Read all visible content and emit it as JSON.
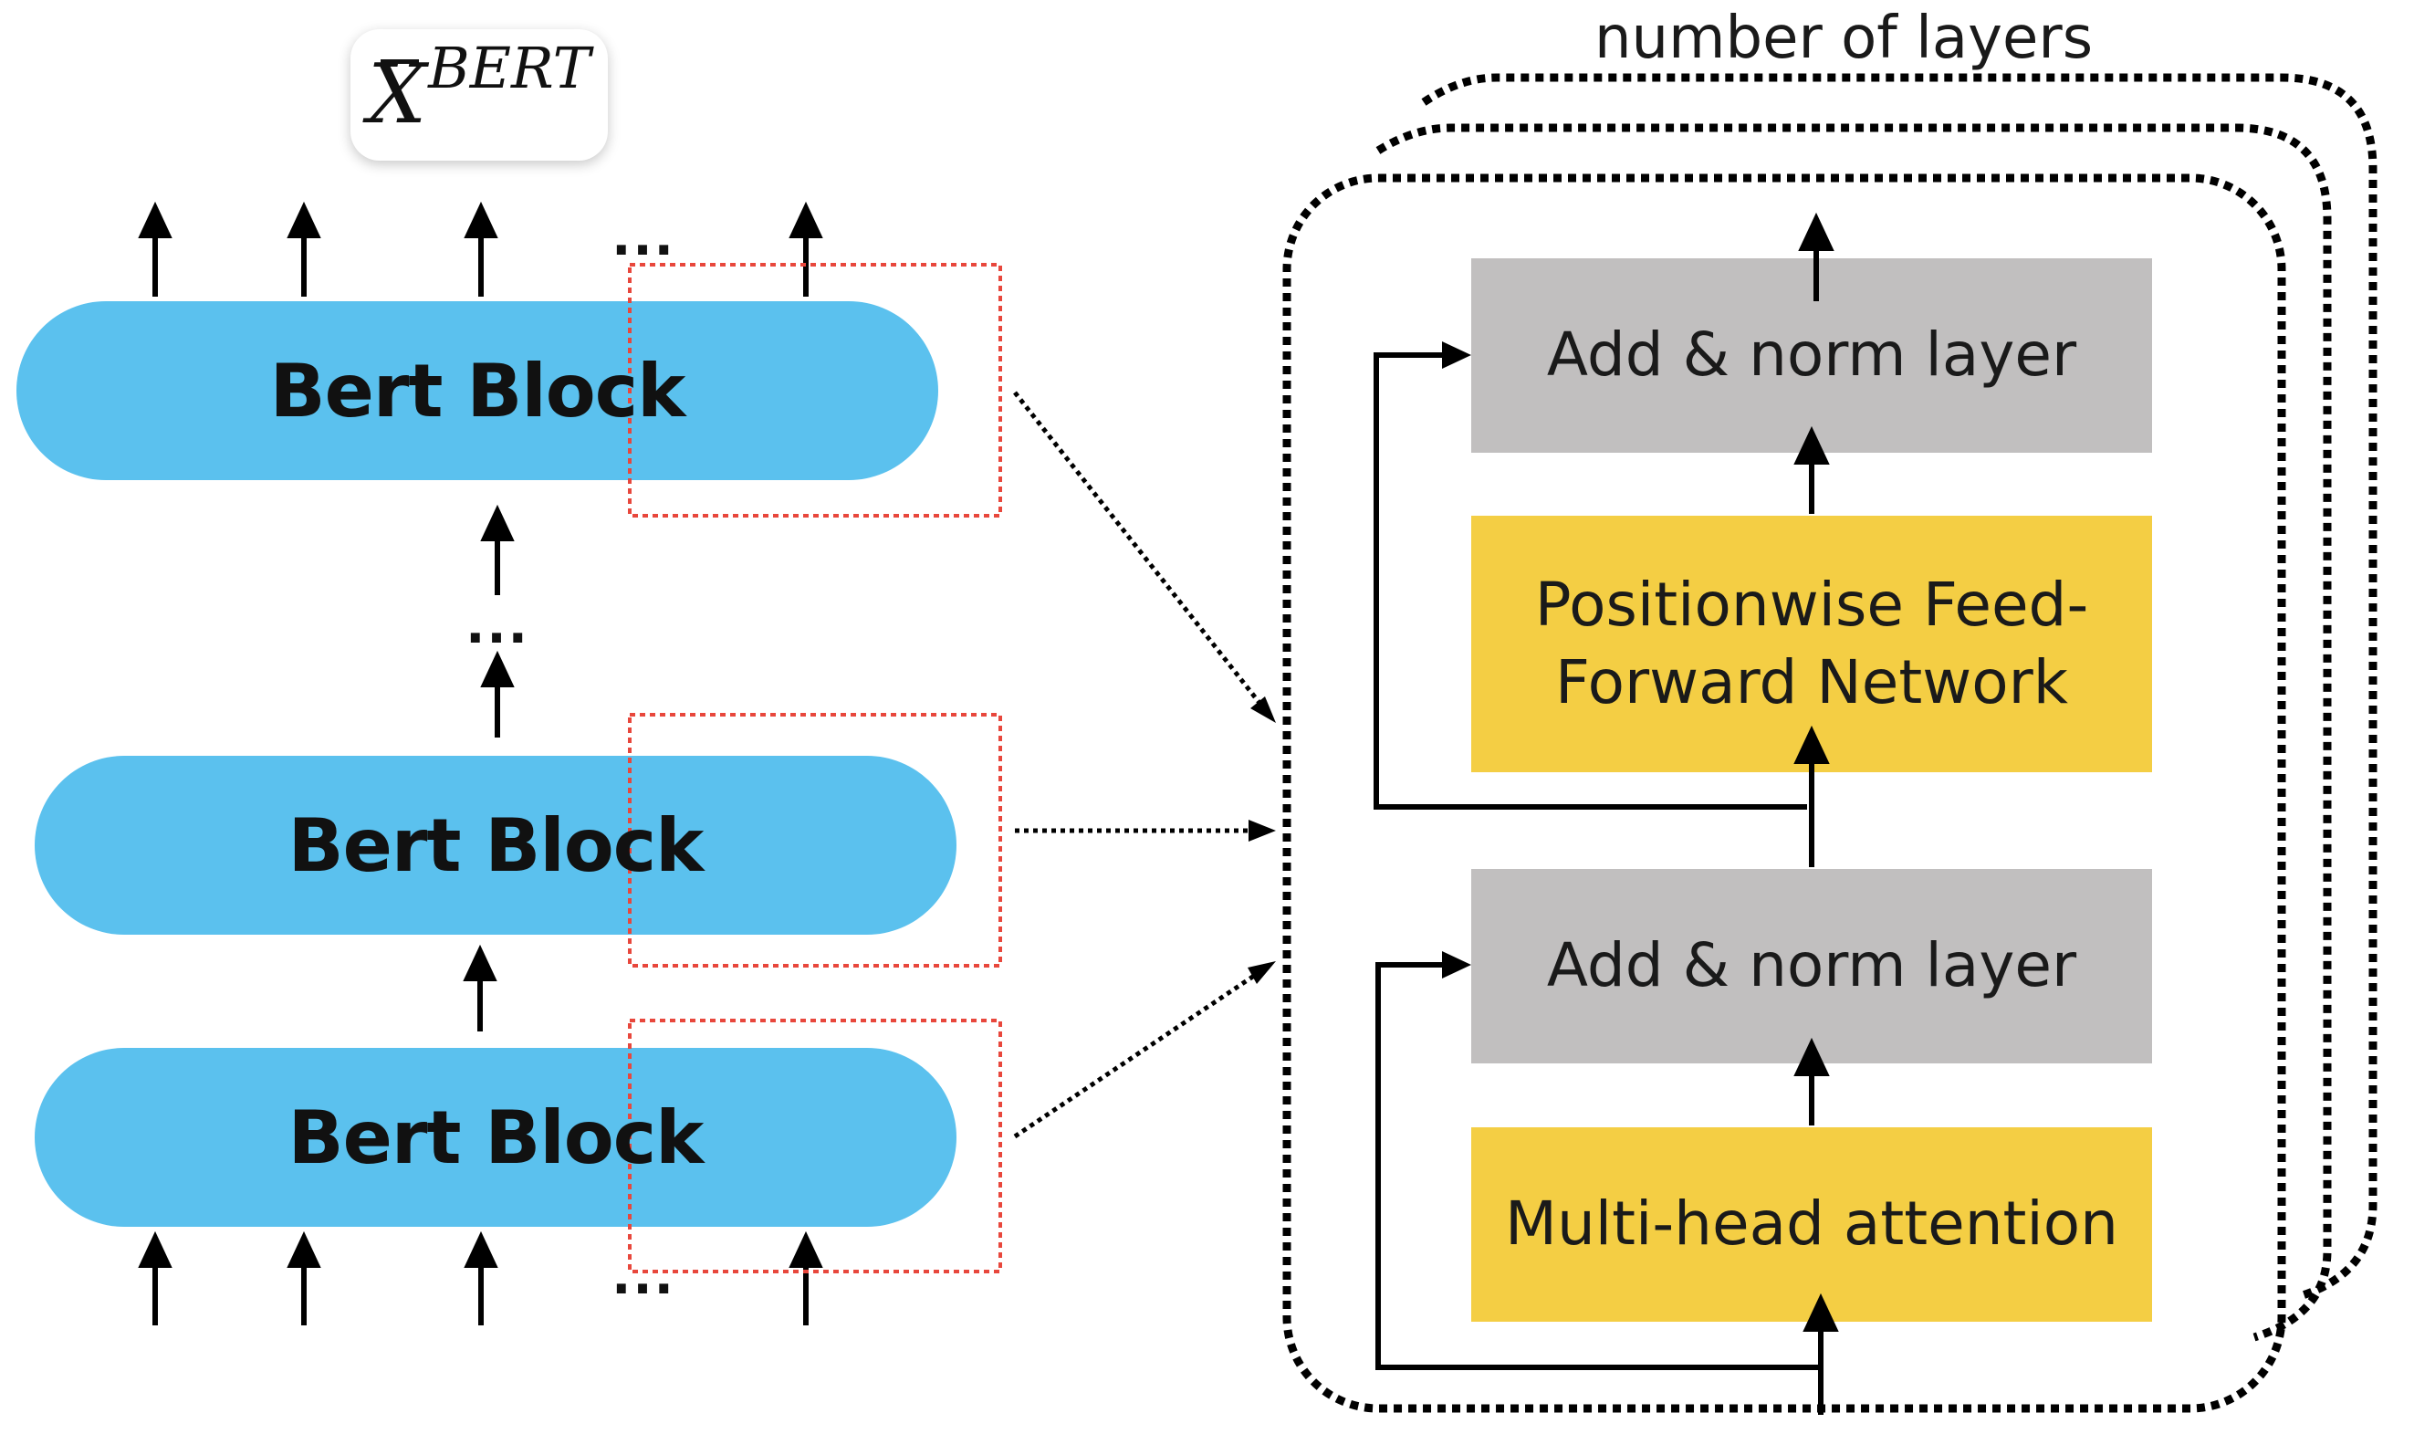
{
  "xbert": {
    "base": "X",
    "superscript": "BERT"
  },
  "left_stack": {
    "blocks": [
      {
        "label": "Bert Block"
      },
      {
        "label": "Bert Block"
      },
      {
        "label": "Bert Block"
      }
    ],
    "ellipsis_top": "...",
    "ellipsis_middle": "...",
    "ellipsis_bottom": "..."
  },
  "encoder_layer": {
    "title": "number of layers",
    "add_norm_top": "Add & norm layer",
    "ffn_line1": "Positionwise Feed-",
    "ffn_line2": "Forward Network",
    "add_norm_bottom": "Add & norm layer",
    "attention": "Multi-head attention"
  },
  "colors": {
    "bert_block": "#5BC1EE",
    "yellow_box": "#F4CE44",
    "gray_box": "#C1BFBF",
    "red_dotted": "#E8473C",
    "stroke": "#000000"
  }
}
